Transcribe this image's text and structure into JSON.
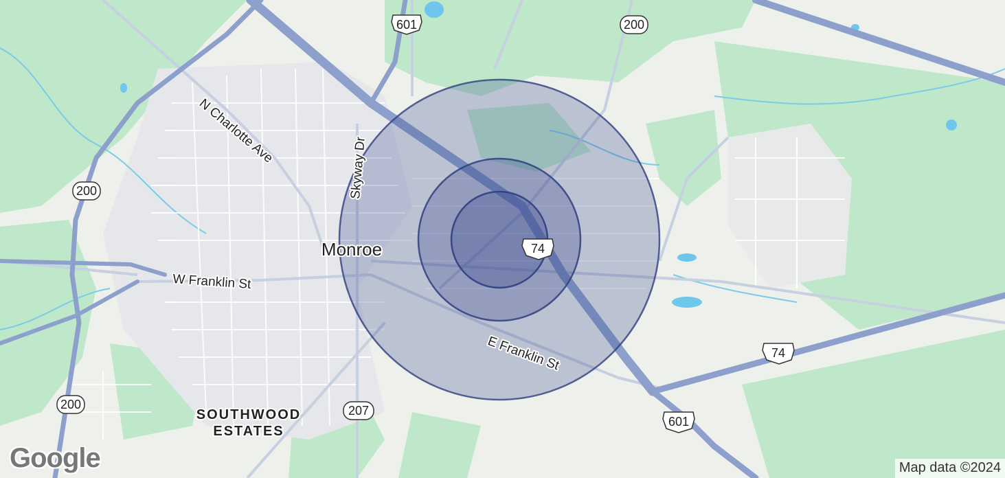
{
  "map": {
    "city_label": "Monroe",
    "neighborhood_label": [
      "SOUTHWOOD",
      "ESTATES"
    ],
    "road_labels": {
      "n_charlotte": "N Charlotte Ave",
      "skyway": "Skyway Dr",
      "w_franklin": "W Franklin St",
      "e_franklin": "E Franklin St"
    },
    "route_shields": {
      "us601_top": "601",
      "nc200_top": "200",
      "nc200_left": "200",
      "nc200_bottom": "200",
      "us74_center": "74",
      "us74_right": "74",
      "nc207": "207",
      "us601_bottom": "601"
    },
    "radius_rings": {
      "count": 3,
      "fill": "#3b4a8f",
      "stroke": "#2f3f7f"
    },
    "colors": {
      "land": "#eef0ec",
      "park": "#b8e6c4",
      "water": "#66c3e8",
      "highway": "#8a9ec9"
    }
  },
  "logo": "Google",
  "attribution": "Map data ©2024"
}
